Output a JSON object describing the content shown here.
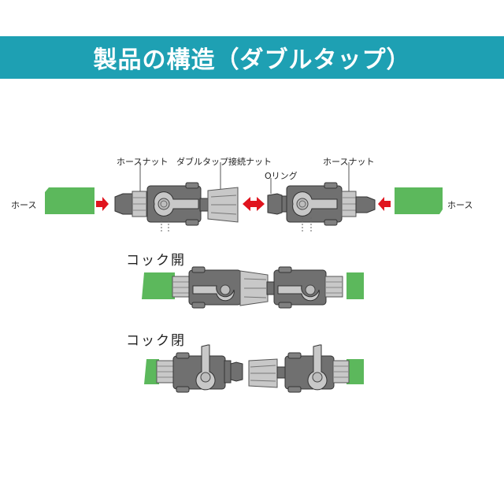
{
  "banner": {
    "title": "製品の構造（ダブルタップ）"
  },
  "exploded": {
    "labels": {
      "hose_left": "ホース",
      "hose_nut_left": "ホースナット",
      "double_tap_nut": "ダブルタップ接続ナット",
      "o_ring": "Oリング",
      "hose_nut_right": "ホースナット",
      "hose_right": "ホース"
    }
  },
  "states": {
    "open_label": "コック開",
    "closed_label": "コック閉"
  },
  "colors": {
    "banner": "#1ea0b3",
    "hose": "#5cb85c",
    "arrow": "#e0141e",
    "body_dark": "#707070",
    "body_light": "#c8c8c8"
  }
}
